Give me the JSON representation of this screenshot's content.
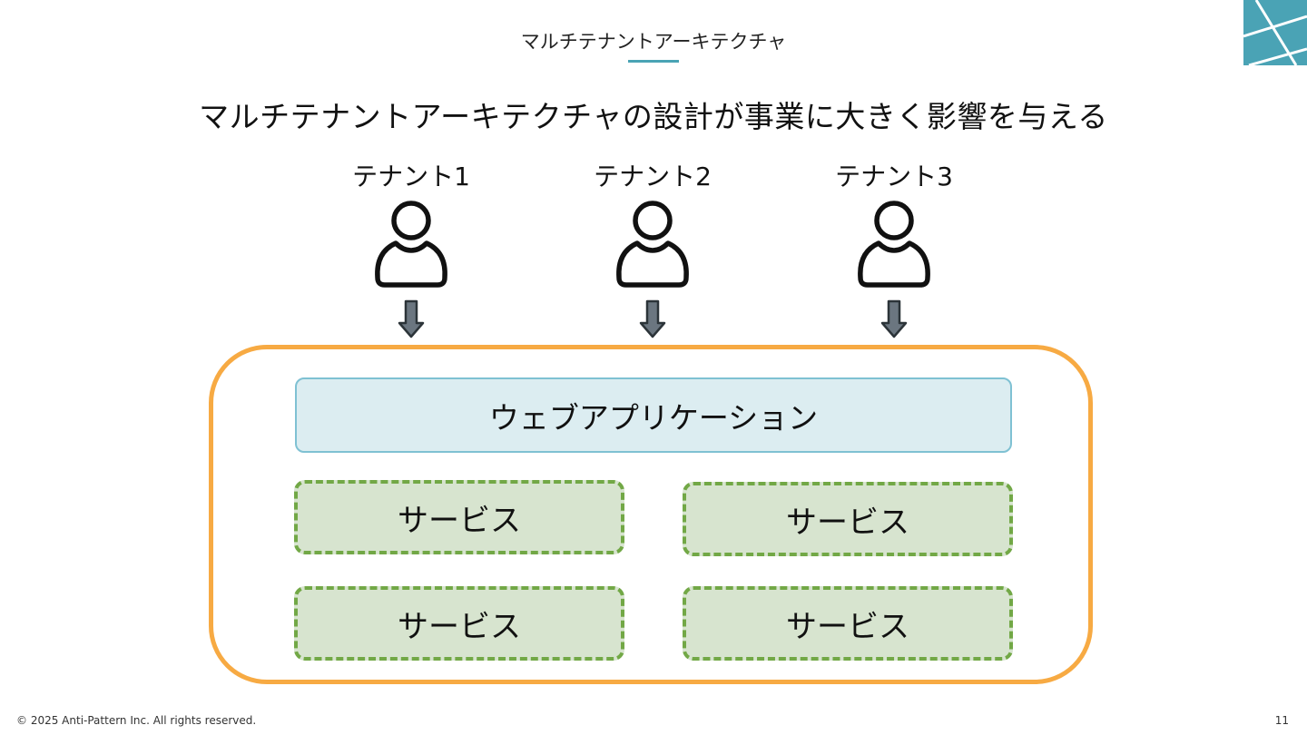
{
  "header": {
    "title": "マルチテナントアーキテクチャ"
  },
  "headline": "マルチテナントアーキテクチャの設計が事業に大きく影響を与える",
  "tenants": [
    {
      "label": "テナント1",
      "icon": "person-icon"
    },
    {
      "label": "テナント2",
      "icon": "person-icon"
    },
    {
      "label": "テナント3",
      "icon": "person-icon"
    }
  ],
  "platform": {
    "web_application": "ウェブアプリケーション",
    "services": [
      "サービス",
      "サービス",
      "サービス",
      "サービス"
    ]
  },
  "footer": {
    "copyright": "© 2025 Anti-Pattern Inc. All rights reserved.",
    "page_number": "11"
  },
  "colors": {
    "accent_teal": "#4aa3b5",
    "platform_border": "#f7aa43",
    "web_app_fill": "#dcedf1",
    "service_fill": "#d7e4cf",
    "service_border": "#72a846",
    "arrow_fill": "#6b7680"
  }
}
